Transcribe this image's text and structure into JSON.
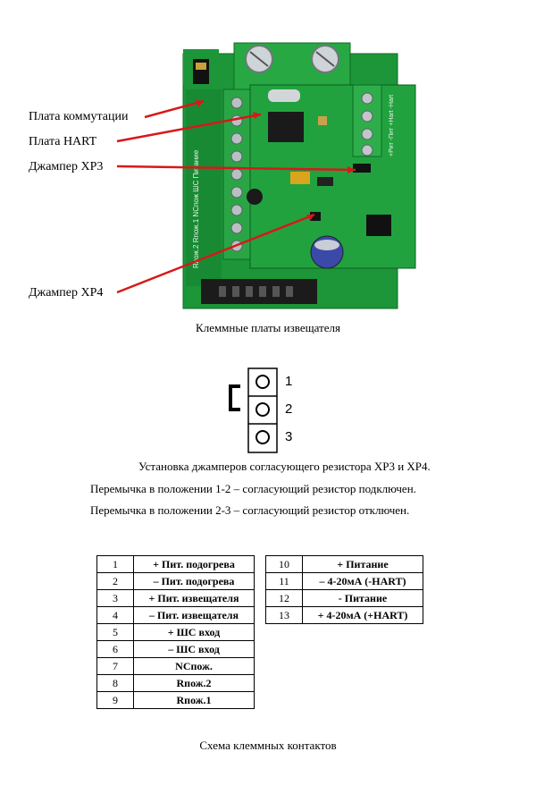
{
  "photo": {
    "labels": {
      "commutation_board": "Плата коммутации",
      "hart_board": "Плата HART",
      "jumper_xp3": "Джампер XP3",
      "jumper_xp4": "Джампер XP4"
    },
    "silkscreen_right": "+Pит -Пит +Hart -Hart",
    "caption": "Клеммные платы извещателя"
  },
  "jumper_diagram": {
    "pins": [
      "1",
      "2",
      "3"
    ]
  },
  "jumper_text": {
    "line1": "Установка джамперов согласующего резистора XP3 и XP4.",
    "line2": "Перемычка в положении 1-2 – согласующий резистор подключен.",
    "line3": "Перемычка в положении 2-3 – согласующий резистор отключен."
  },
  "tables": {
    "left": [
      {
        "num": "1",
        "desc": "+ Пит. подогрева"
      },
      {
        "num": "2",
        "desc": "– Пит. подогрева"
      },
      {
        "num": "3",
        "desc": "+ Пит. извещателя"
      },
      {
        "num": "4",
        "desc": "– Пит. извещателя"
      },
      {
        "num": "5",
        "desc": "+ ШС вход"
      },
      {
        "num": "6",
        "desc": "– ШС вход"
      },
      {
        "num": "7",
        "desc": "NCпож."
      },
      {
        "num": "8",
        "desc": "Rпож.2"
      },
      {
        "num": "9",
        "desc": "Rпож.1"
      }
    ],
    "right": [
      {
        "num": "10",
        "desc": "+ Питание"
      },
      {
        "num": "11",
        "desc": "– 4-20мА (-HART)"
      },
      {
        "num": "12",
        "desc": "- Питание"
      },
      {
        "num": "13",
        "desc": "+ 4-20мА (+HART)"
      }
    ],
    "caption": "Схема клеммных контактов"
  },
  "colors": {
    "pcb_green": "#1e9a3a",
    "pcb_dark": "#0f6b26",
    "arrow_red": "#d81818",
    "terminal_green": "#2eae4a"
  }
}
